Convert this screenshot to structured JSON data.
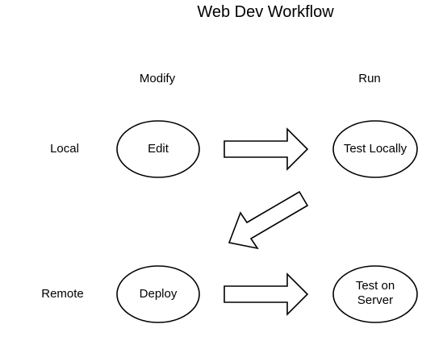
{
  "title": "Web Dev Workflow",
  "columns": {
    "modify": "Modify",
    "run": "Run"
  },
  "rows": {
    "local": "Local",
    "remote": "Remote"
  },
  "nodes": {
    "edit": "Edit",
    "test_locally": "Test Locally",
    "deploy": "Deploy",
    "test_on_server_line1": "Test on",
    "test_on_server_line2": "Server"
  },
  "colors": {
    "stroke": "#000000",
    "fill": "#ffffff"
  }
}
